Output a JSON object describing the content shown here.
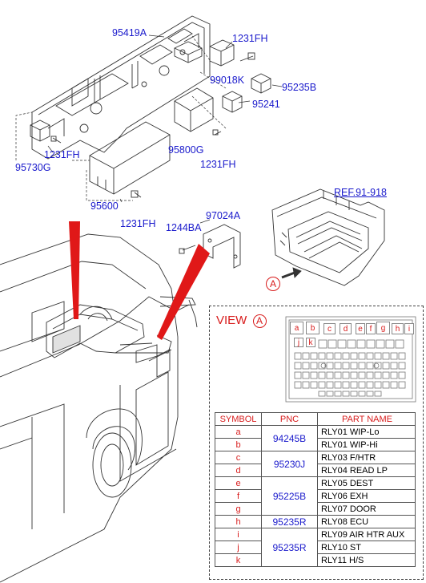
{
  "labels": {
    "p95419A": "95419A",
    "p1231FH_a": "1231FH",
    "p99018K": "99018K",
    "p95235B": "95235B",
    "p95241": "95241",
    "p95800G": "95800G",
    "p1231FH_b": "1231FH",
    "p1231FH_c": "1231FH",
    "p95730G": "95730G",
    "p95600": "95600",
    "p1231FH_d": "1231FH",
    "p97024A": "97024A",
    "p1244BA": "1244BA",
    "ref": "REF.91-918",
    "view_word": "VIEW",
    "view_letter": "A",
    "arrow_letter": "A"
  },
  "fuse_labels": [
    "a",
    "b",
    "c",
    "d",
    "e",
    "f",
    "g",
    "h",
    "i",
    "j",
    "k"
  ],
  "table": {
    "headers": {
      "symbol": "SYMBOL",
      "pnc": "PNC",
      "part_name": "PART NAME"
    },
    "rows": [
      {
        "symbol": "a",
        "part_name": "RLY01 WIP-Lo"
      },
      {
        "symbol": "b",
        "part_name": "RLY01 WIP-Hi"
      },
      {
        "symbol": "c",
        "part_name": "RLY03 F/HTR"
      },
      {
        "symbol": "d",
        "part_name": "RLY04 READ LP"
      },
      {
        "symbol": "e",
        "part_name": "RLY05 DEST"
      },
      {
        "symbol": "f",
        "part_name": "RLY06 EXH"
      },
      {
        "symbol": "g",
        "part_name": "RLY07 DOOR"
      },
      {
        "symbol": "h",
        "part_name": "RLY08 ECU"
      },
      {
        "symbol": "i",
        "part_name": "RLY09 AIR HTR AUX"
      },
      {
        "symbol": "j",
        "part_name": "RLY10 ST"
      },
      {
        "symbol": "k",
        "part_name": "RLY11 H/S"
      }
    ],
    "pnc_groups": [
      {
        "pnc": "94245B",
        "rowspan": 2
      },
      {
        "pnc": "95230J",
        "rowspan": 2
      },
      {
        "pnc": "95225B",
        "rowspan": 3
      },
      {
        "pnc": "95235R",
        "rowspan": 1
      },
      {
        "pnc": "95235R",
        "rowspan": 3
      }
    ]
  },
  "colors": {
    "label_blue": "#1a1acc",
    "accent_red": "#d81c1c",
    "line": "#333333"
  }
}
